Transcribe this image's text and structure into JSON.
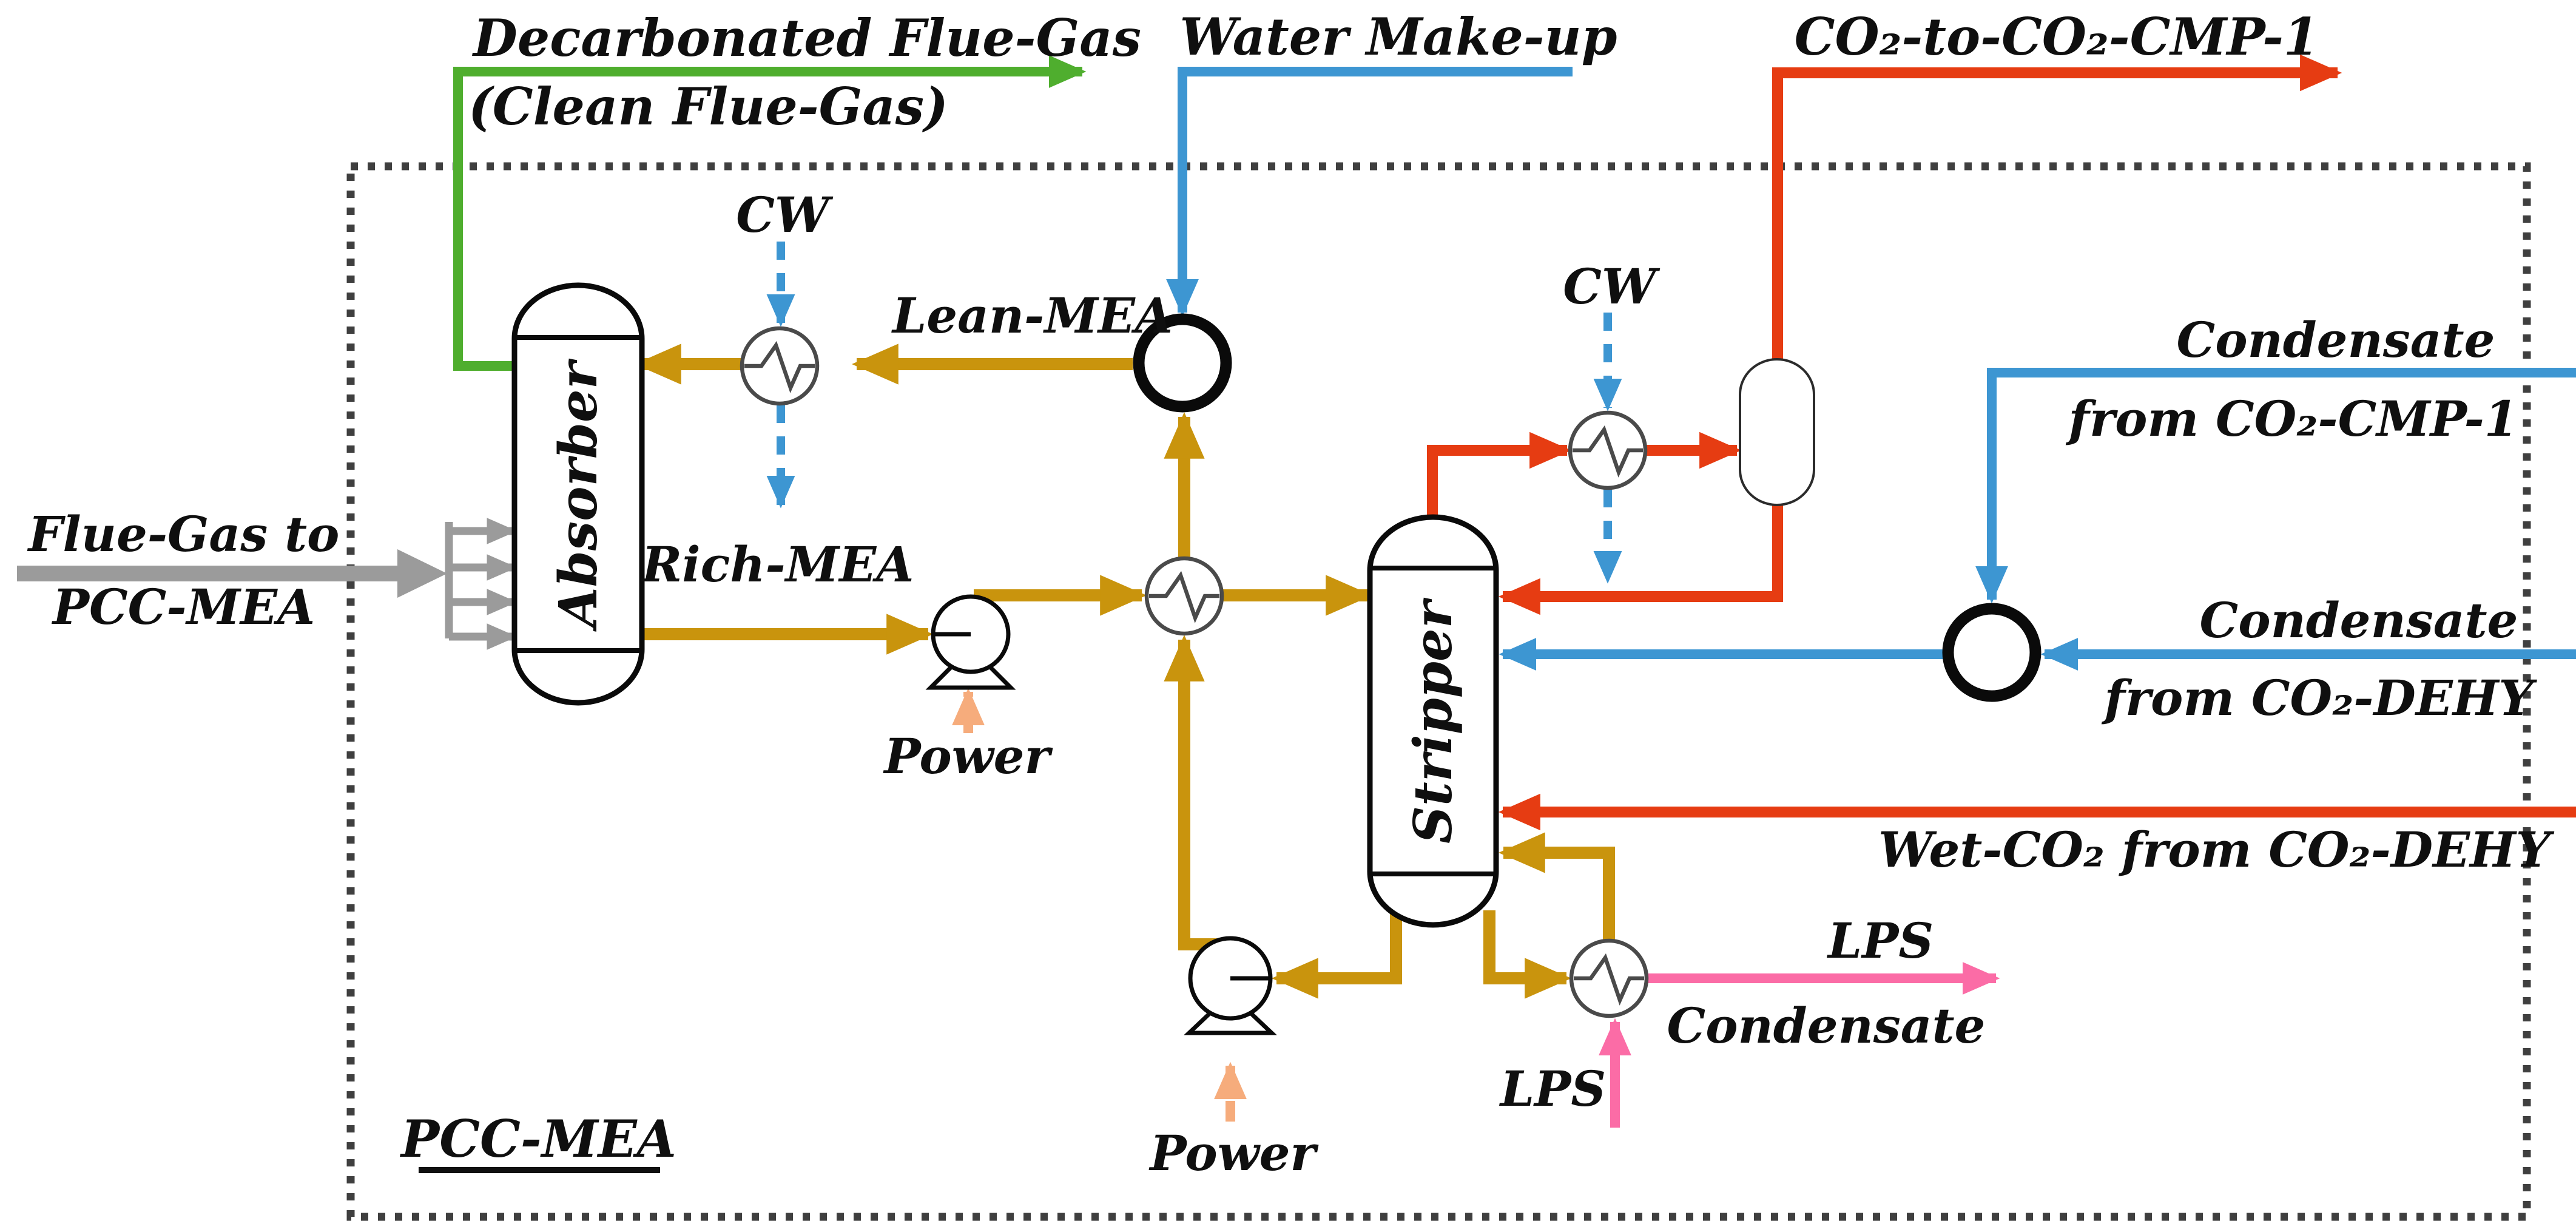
{
  "boundary": {
    "label": "PCC-MEA"
  },
  "equipment": {
    "absorber": "Absorber",
    "stripper": "Stripper"
  },
  "labels": {
    "clean_flue_gas_1": "Decarbonated Flue-Gas",
    "clean_flue_gas_2": "(Clean Flue-Gas)",
    "water_makeup": "Water Make-up",
    "co2_product": "CO₂-to-CO₂-CMP-1",
    "cw_lean_cooler": "CW",
    "cw_condenser": "CW",
    "lean_mea": "Lean-MEA",
    "rich_mea": "Rich-MEA",
    "flue_gas_1": "Flue-Gas to",
    "flue_gas_2": "PCC-MEA",
    "condensate_cmp_1": "Condensate",
    "condensate_cmp_2": "from CO₂-CMP-1",
    "condensate_dehy_1": "Condensate",
    "condensate_dehy_2": "from CO₂-DEHY",
    "wet_co2": "Wet-CO₂ from CO₂-DEHY",
    "lps_supply": "LPS",
    "lps_condensate_1": "LPS",
    "lps_condensate_2": "Condensate",
    "power_pump1": "Power",
    "power_pump2": "Power"
  },
  "colors": {
    "green": "#4fae2e",
    "blue": "#3d96d2",
    "gold": "#c9940d",
    "red": "#e63c12",
    "pink": "#fb6ca6",
    "peach": "#f6ac7c",
    "gray": "#9b9b9b"
  }
}
